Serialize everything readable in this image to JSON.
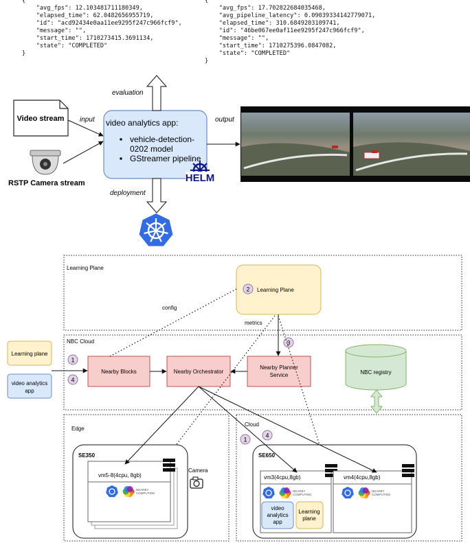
{
  "json_left": [
    "{",
    "    \"avg_fps\": 12.103481711180349,",
    "    \"elapsed_time\": 62.0482656955719,",
    "    \"id\": \"acd92434e0aa11ee9295f247c966fcf9\",",
    "    \"message\": \"\",",
    "    \"start_time\": 1710273415.3691134,",
    "    \"state\": \"COMPLETED\"",
    "}"
  ],
  "json_right": [
    "{",
    "    \"avg_fps\": 17.702822684035468,",
    "    \"avg_pipeline_latency\": 0.09039334142779071,",
    "    \"elapsed_time\": 310.6849203109741,",
    "    \"id\": \"46be067ee0af11ee9295f247c966fcf9\",",
    "    \"message\": \"\",",
    "    \"start_time\": 1710275396.0847082,",
    "    \"state\": \"COMPLETED\"",
    "}"
  ],
  "top": {
    "video_stream": "Video stream",
    "camera_stream": "RSTP Camera stream",
    "input": "input",
    "output": "output",
    "evaluation": "evaluation",
    "deployment": "deployment",
    "app_title": "video analytics app:",
    "app_items": [
      "vehicle-detection-0202 model",
      "GStreamer pipeline"
    ],
    "helm": "HELM"
  },
  "bottom": {
    "learning_plane_region": "Learning Plane",
    "learning_plane_box": "Learning Plane",
    "config": "config",
    "metrics": "metrics",
    "nbc_cloud": "NBC Cloud",
    "nearby_blocks": "Nearby Blocks",
    "nearby_orchestrator": "Nearby Orchestrator",
    "planner": [
      "Nearby Planner",
      "Service"
    ],
    "nbc_registry": "NBC registry",
    "learning_plane_input": "Learning plane",
    "video_app_input": [
      "video analytics",
      "app"
    ],
    "edge": "Edge",
    "cloud": "Cloud",
    "se350": "SE350",
    "se650": "SE650",
    "vm_edge": "vm5-8(4cpu, 8gb)",
    "vm3": "vm3(4cpu,8gb)",
    "vm4": "vm4(4cpu,8gb)",
    "camera": "Camera",
    "nearby_computing": [
      "NEARBY",
      "COMPUTING"
    ],
    "video_app_small": [
      "video",
      "analytics",
      "app"
    ],
    "learning_plane_small": [
      "Learning",
      "plane"
    ],
    "badges": [
      "1",
      "2",
      "3",
      "4"
    ]
  },
  "colors": {
    "app_fill": "#dae8fc",
    "app_stroke": "#6c8ebf",
    "yellow_fill": "#fff2cc",
    "yellow_stroke": "#d6b656",
    "red_fill": "#f8cecc",
    "red_stroke": "#b85450",
    "green_fill": "#d5e8d4",
    "green_stroke": "#82b366",
    "badge_fill": "#e1d5e7",
    "badge_stroke": "#9673a6",
    "k8s_blue": "#326ce5",
    "helm_navy": "#0f1689"
  }
}
